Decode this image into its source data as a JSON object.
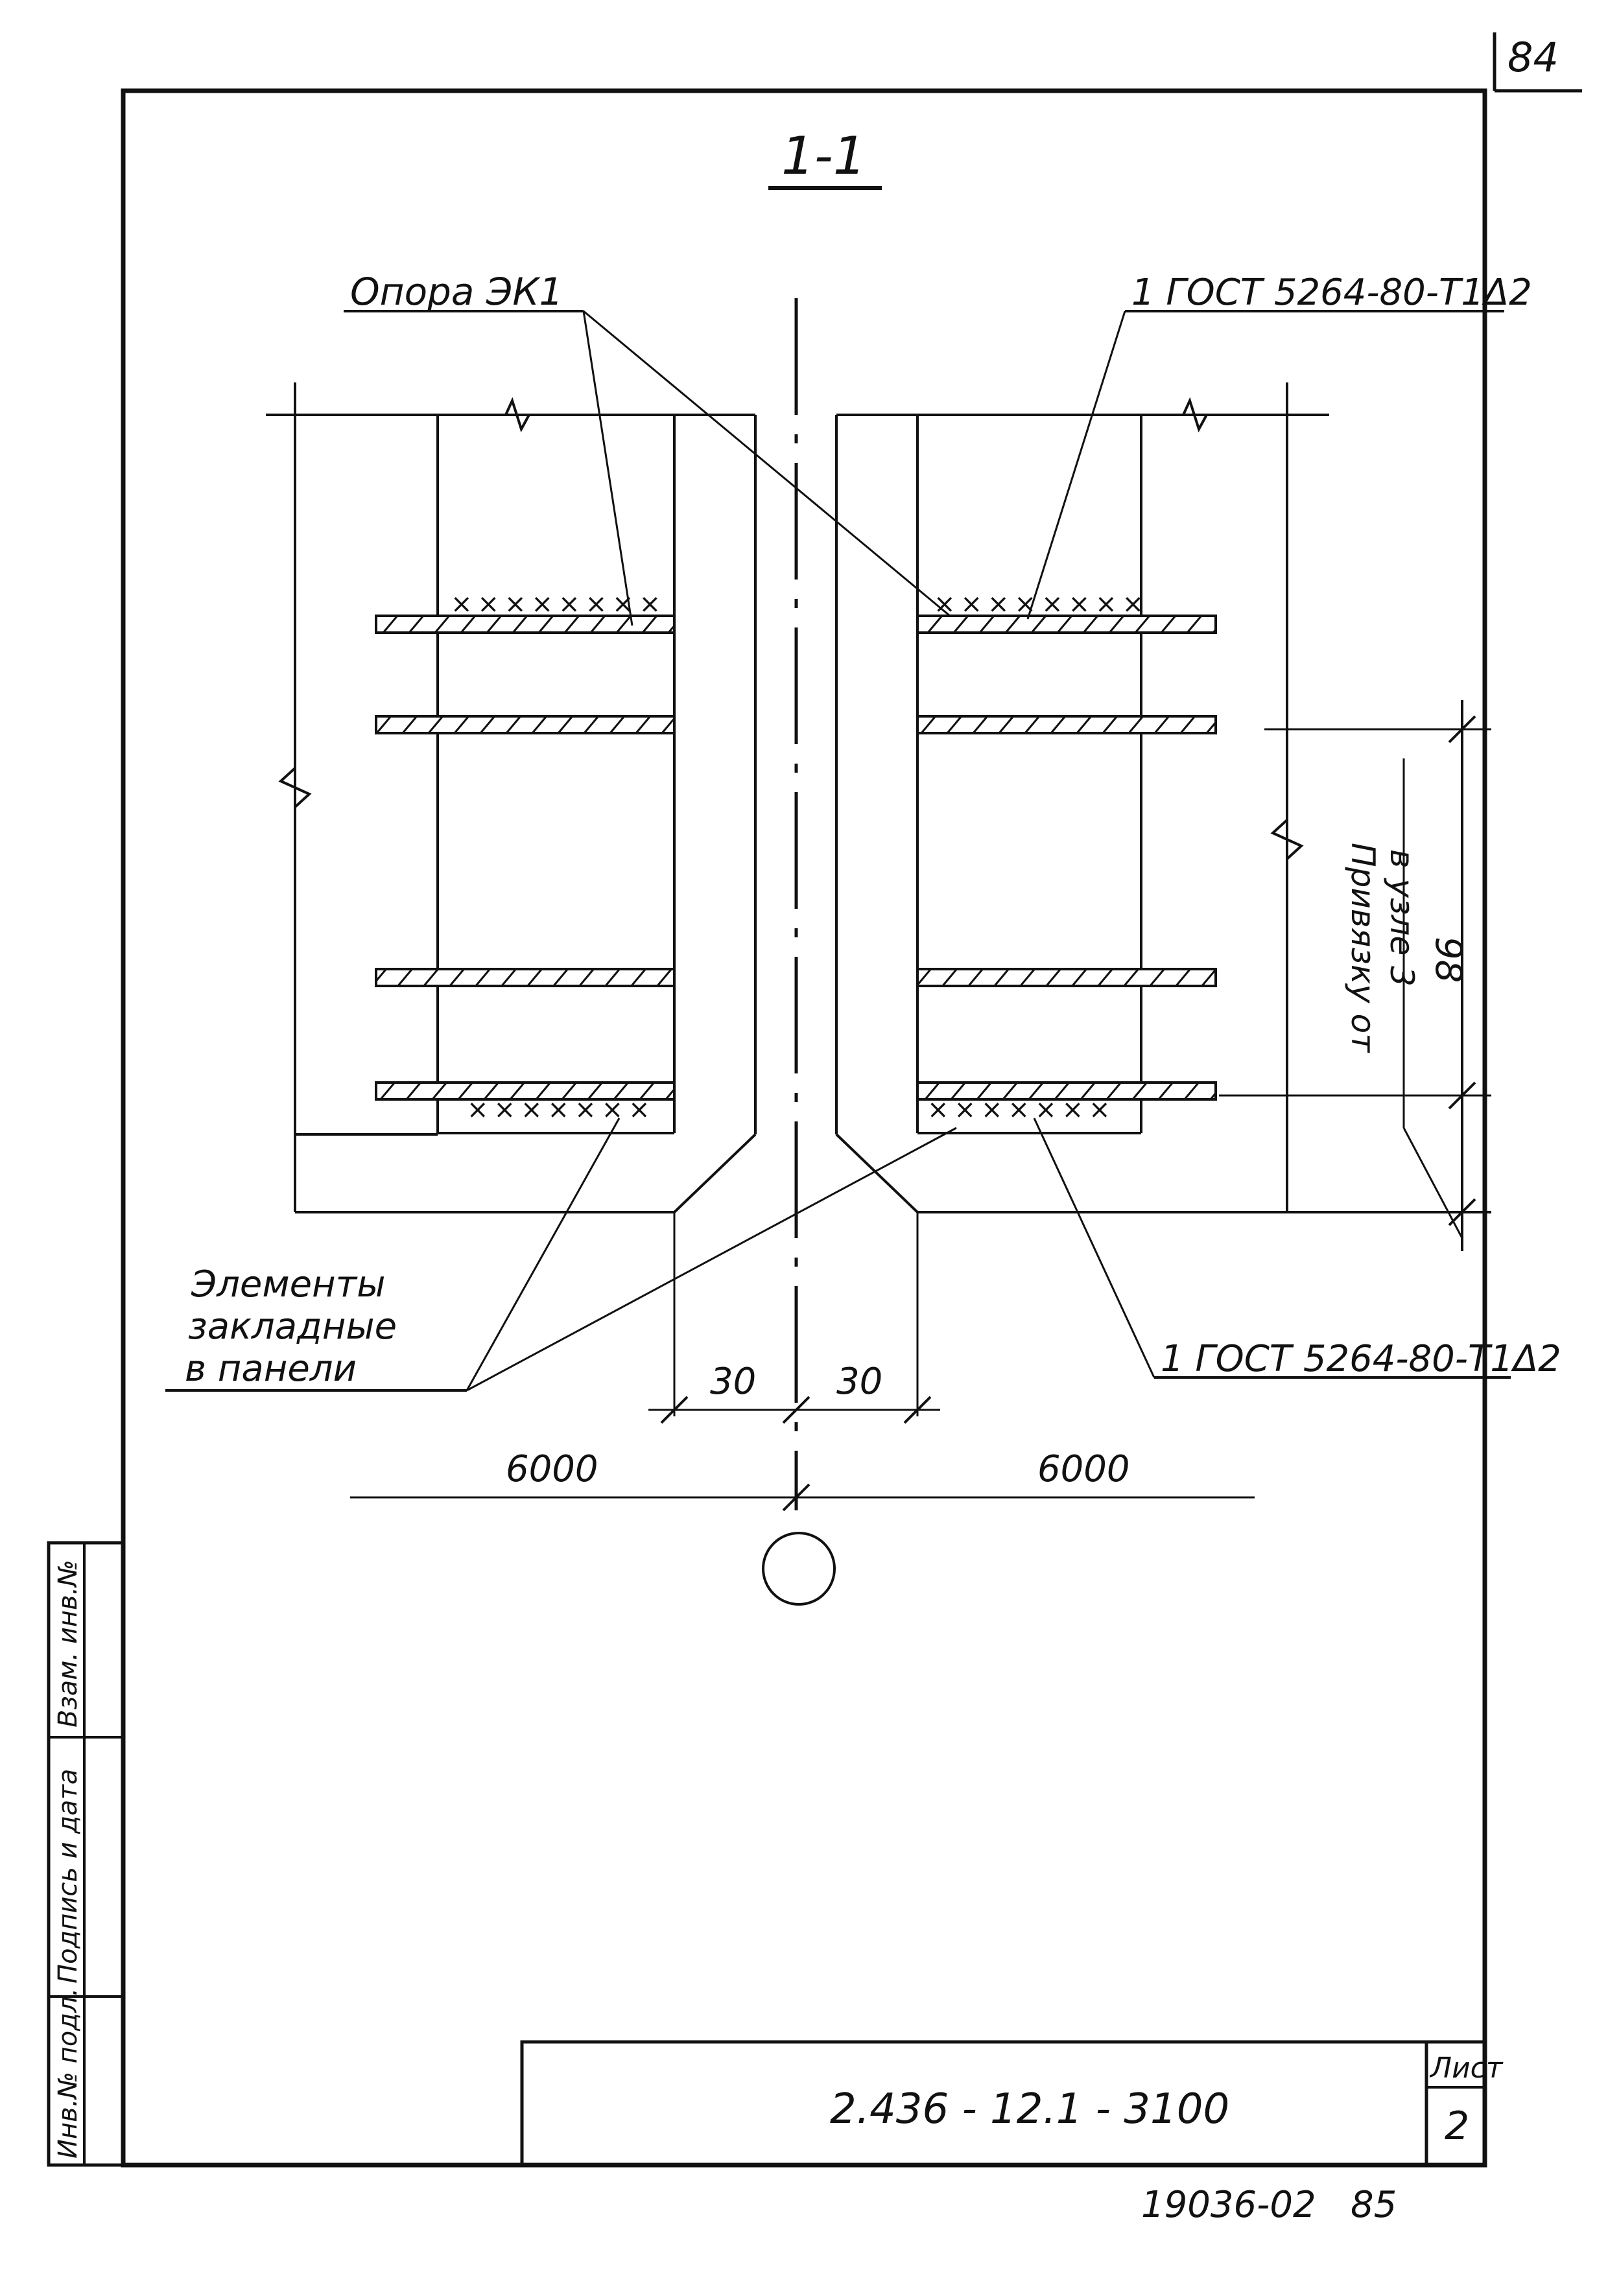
{
  "page_number": "84",
  "section_label": "1-1",
  "callouts": {
    "support": "Опора ЭК1",
    "weld_top": "1 ГОСТ 5264-80-Т1Δ2",
    "weld_bottom": "1 ГОСТ 5264-80-Т1Δ2",
    "embedded_line1": "Элементы",
    "embedded_line2": "закладные",
    "embedded_line3": "в панели",
    "binding_line1": "Привязку от",
    "binding_line2": "в узле 3"
  },
  "dimensions": {
    "height_98": "98",
    "gap_left": "30",
    "gap_right": "30",
    "span_left": "6000",
    "span_right": "6000"
  },
  "side_stamp": {
    "col1": "Инв.№ подл.",
    "col2": "Подпись и дата",
    "col3": "Взам. инв.№"
  },
  "title_block": {
    "code": "2.436 - 12.1 - 3100",
    "sheet_label": "Лист",
    "sheet_number": "2"
  },
  "footer_stamp": "19036-02   85"
}
